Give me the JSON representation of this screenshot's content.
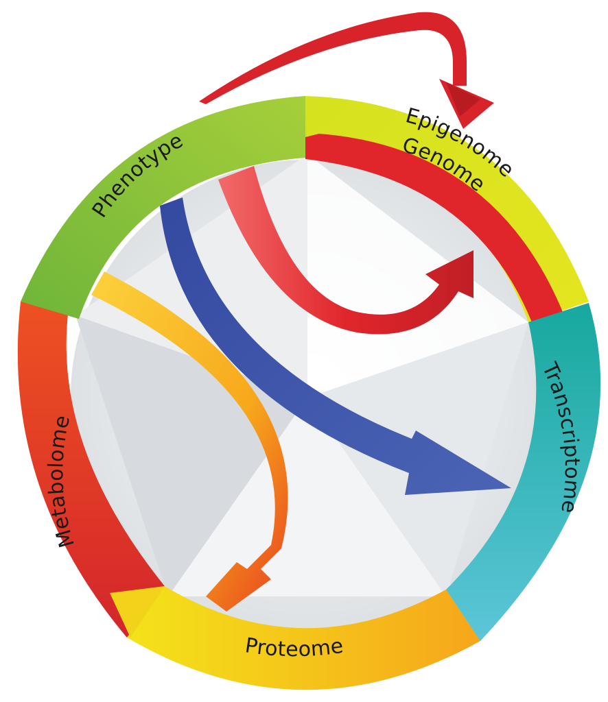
{
  "labels": {
    "phenotype": "Phenotype",
    "epigenome": "Epigenome",
    "genome": "Genome",
    "transcriptome": "Transcriptome",
    "proteome": "Proteome",
    "metabolome": "Metabolome"
  },
  "colors": {
    "phenotype": "#8cc63f",
    "epigenome": "#e3e01f",
    "genome": "#e0262b",
    "transcriptome": "#22b5b5",
    "proteome": "#f3c414",
    "metabolome": "#e53a22",
    "blue_arrow": "#3e56a6",
    "orange_arrow": "#f7a81b",
    "red_arrow": "#d9232a"
  }
}
